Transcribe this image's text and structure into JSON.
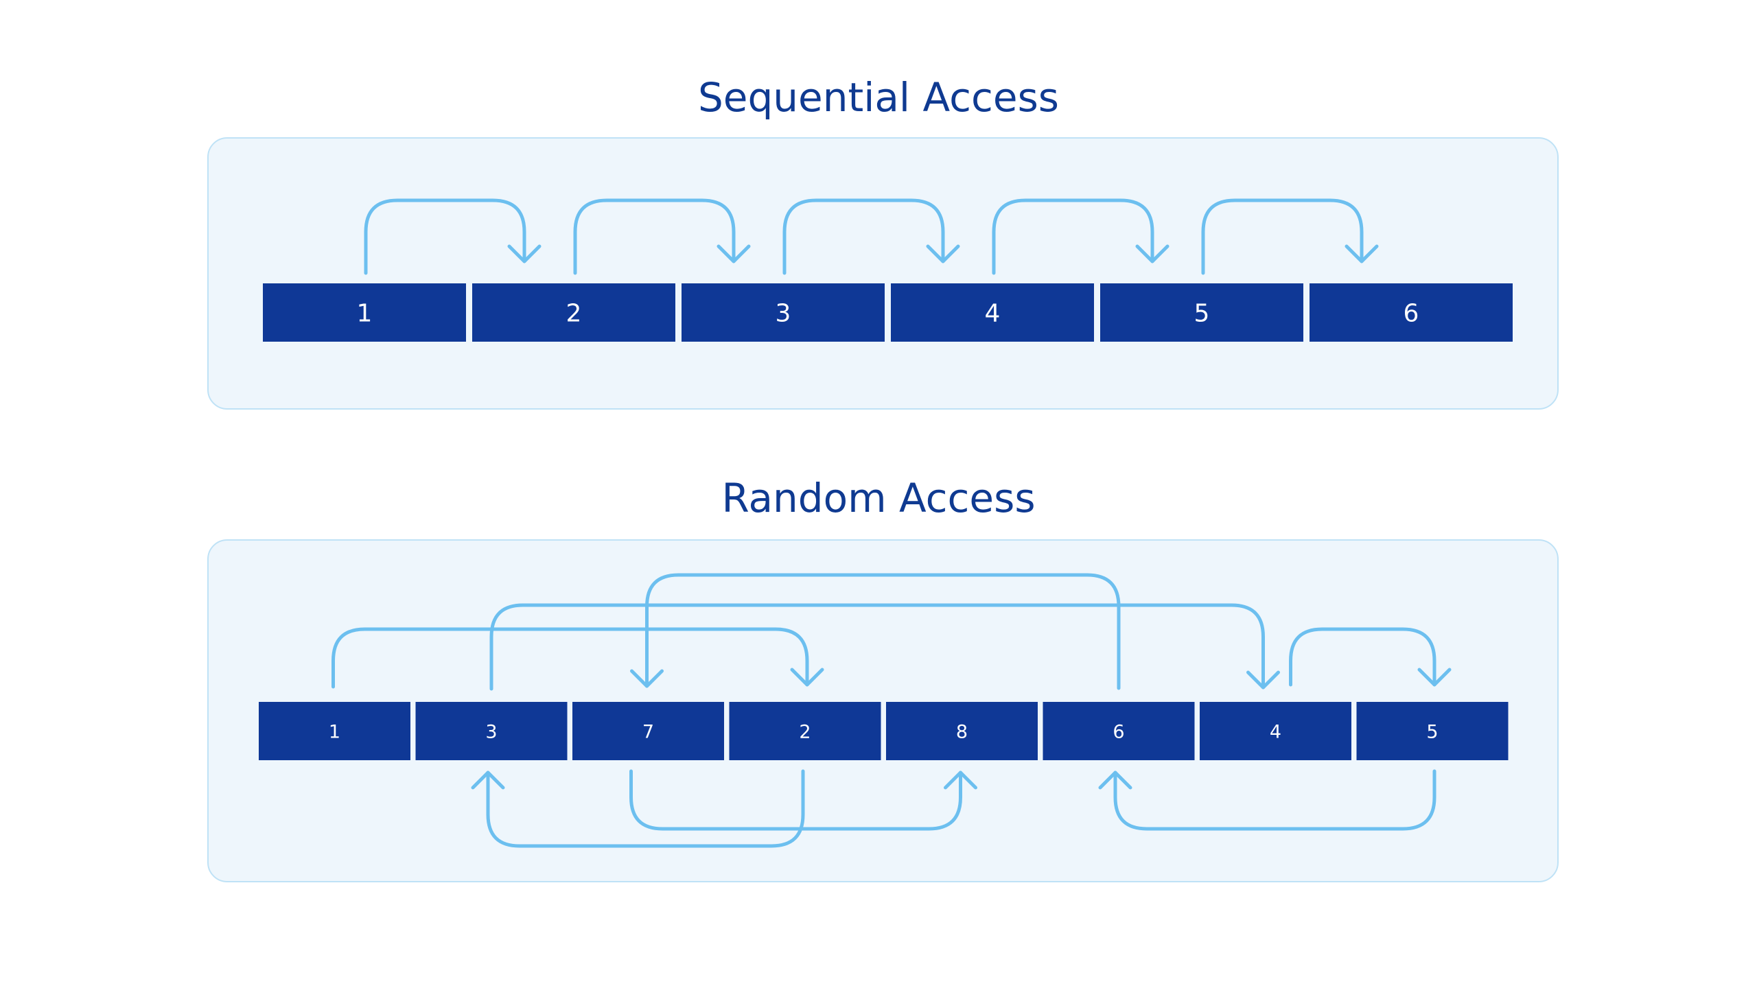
{
  "sequential": {
    "title": "Sequential Access",
    "cells": [
      "1",
      "2",
      "3",
      "4",
      "5",
      "6"
    ],
    "arrows": [
      {
        "from": 0,
        "to": 1
      },
      {
        "from": 1,
        "to": 2
      },
      {
        "from": 2,
        "to": 3
      },
      {
        "from": 3,
        "to": 4
      },
      {
        "from": 4,
        "to": 5
      }
    ]
  },
  "random": {
    "title": "Random Access",
    "cells": [
      "1",
      "3",
      "7",
      "2",
      "8",
      "6",
      "4",
      "5"
    ],
    "access_order": [
      "1",
      "2",
      "3",
      "4",
      "5",
      "6",
      "7",
      "8"
    ]
  },
  "colors": {
    "cell_fill": "#0f3896",
    "arrow": "#6cbfef",
    "panel_fill": "#eef6fc",
    "panel_border": "#bfe2f6",
    "title": "#0f3a91"
  }
}
